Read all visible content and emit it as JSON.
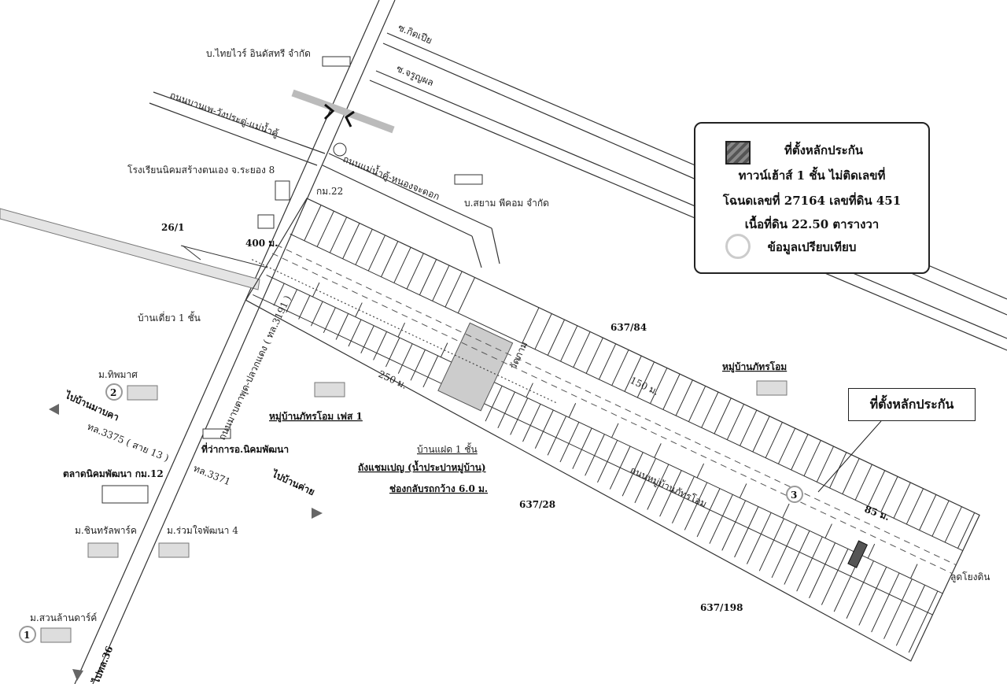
{
  "legend": {
    "collateral_location": "ที่ตั้งหลักประกัน",
    "property_type": "ทาวน์เฮ้าส์ 1 ชั้น ไม่ติดเลขที่",
    "deed": "โฉนดเลขที่ 27164 เลขที่ดิน 451",
    "area": "เนื้อที่ดิน 22.50 ตารางวา",
    "comparison": "ข้อมูลเปรียบเทียบ"
  },
  "callout": "ที่ตั้งหลักประกัน",
  "labels": {
    "soi_kitpiya": "ซ.กิตเปีย",
    "soi_charoonphon": "ซ.จรูญผล",
    "thaiwire": "บ.ไทยไวร์ อินดัสทรี จำกัด",
    "road_banped": "ถนนบานเพ-วังประดู่-แม่น้ำคู้",
    "road_maenamku": "ถนนแม่น้ำคู้-หนองจะดอก",
    "school": "โรงเรียนนิคมสร้างตนเอง จ.ระยอง 8",
    "km22": "กม.22",
    "siam": "บ.สยาม พีคอม จำกัด",
    "plot_26_1": "26/1",
    "dist_400": "400 ม.",
    "single_house": "บ้านเดี่ยว 1 ชั้น",
    "main_road": "ถนนมาบตาพุด-ปลวกแดง ( ทล.3191 )",
    "temple": "วัดภาม",
    "plot_637_84": "637/84",
    "dist_150": "150 ม.",
    "village_phatthara": "หมู่บ้านภัทรโอม",
    "village_phase1": "หมู่บ้านภัทรโอม เฟส 1",
    "dist_250": "250 ม.",
    "m_thipmat": "ม.ทิพมาศ",
    "to_ban_mabkha": "ไปบ้านมาบคา",
    "road_3375": "ทล.3375 ( สาย 13 )",
    "district_office": "ที่ว่าการอ.นิคมพัฒนา",
    "market": "ตลาดนิคมพัฒนา กม.12",
    "road_3371": "ทล.3371",
    "to_ban_khai": "ไปบ้านค่าย",
    "twin_house": "บ้านแฝด 1 ชั้น",
    "water_tank": "ถังแชมเปญ (น้ำประปาหมู่บ้าน)",
    "return_gap": "ช่องกลับรถกว้าง 6.0 ม.",
    "plot_637_28": "637/28",
    "village_road": "ถนนหมู่บ้านภัทรโอม",
    "m_chinnawat": "ม.ชินทรัลพาร์ค",
    "m_ruamjai": "ม.ร่วมใจพัฒนา 4",
    "m_suanlan": "ม.สวนล้านดาร์ค์",
    "to_road_36": "ไปทล.36",
    "dist_85": "85 ม.",
    "plot_637_198": "637/198",
    "canal": "ลูดโยงดิน",
    "num1": "1",
    "num2": "2",
    "num3": "3"
  },
  "colors": {
    "collateral": "#555555",
    "comparison_ring": "#cccccc",
    "arrow": "#666666"
  }
}
